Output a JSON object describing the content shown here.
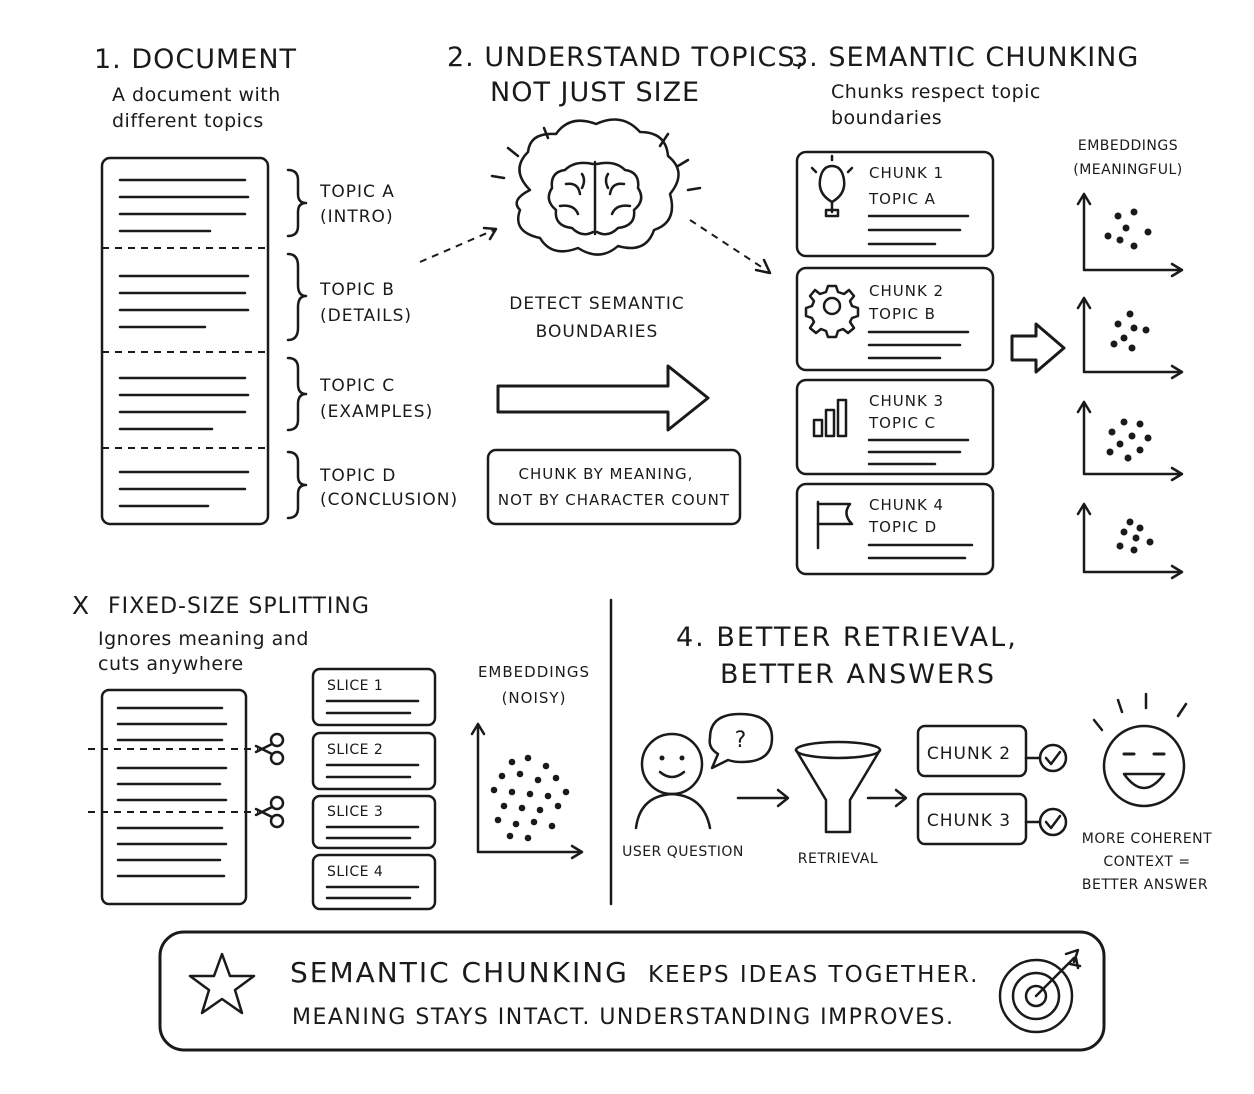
{
  "document": {
    "title": "1. DOCUMENT",
    "subtitle_1": "A document with",
    "subtitle_2": "different topics",
    "topics": [
      {
        "name": "TOPIC A",
        "desc": "(INTRO)"
      },
      {
        "name": "TOPIC B",
        "desc": "(DETAILS)"
      },
      {
        "name": "TOPIC C",
        "desc": "(EXAMPLES)"
      },
      {
        "name": "TOPIC D",
        "desc": "(CONCLUSION)"
      }
    ]
  },
  "understand": {
    "title_1": "2. UNDERSTAND TOPICS,",
    "title_2": "NOT JUST SIZE",
    "detect_1": "DETECT SEMANTIC",
    "detect_2": "BOUNDARIES",
    "note_1": "CHUNK BY MEANING,",
    "note_2": "NOT BY CHARACTER COUNT"
  },
  "semantic": {
    "title": "3. SEMANTIC CHUNKING",
    "subtitle_1": "Chunks respect topic",
    "subtitle_2": "boundaries",
    "chunks": [
      {
        "name": "CHUNK 1",
        "topic": "TOPIC A",
        "icon": "lightbulb-icon"
      },
      {
        "name": "CHUNK 2",
        "topic": "TOPIC B",
        "icon": "gear-icon"
      },
      {
        "name": "CHUNK 3",
        "topic": "TOPIC C",
        "icon": "bar-chart-icon"
      },
      {
        "name": "CHUNK 4",
        "topic": "TOPIC D",
        "icon": "flag-icon"
      }
    ],
    "embeddings_1": "EMBEDDINGS",
    "embeddings_2": "(MEANINGFUL)"
  },
  "fixed": {
    "title_mark": "X",
    "title": "FIXED-SIZE SPLITTING",
    "subtitle_1": "Ignores meaning and",
    "subtitle_2": "cuts anywhere",
    "slices": [
      "SLICE 1",
      "SLICE 2",
      "SLICE 3",
      "SLICE 4"
    ],
    "embeddings_1": "EMBEDDINGS",
    "embeddings_2": "(NOISY)"
  },
  "retrieval": {
    "title_1": "4. BETTER RETRIEVAL,",
    "title_2": "BETTER ANSWERS",
    "question_mark": "?",
    "user_label": "USER QUESTION",
    "funnel_label": "RETRIEVAL",
    "results": [
      "CHUNK 2",
      "CHUNK 3"
    ],
    "outcome_1": "MORE COHERENT",
    "outcome_2": "CONTEXT =",
    "outcome_3": "BETTER ANSWER"
  },
  "banner": {
    "highlight": "SEMANTIC CHUNKING",
    "line_1_rest": "KEEPS IDEAS TOGETHER.",
    "line_2": "MEANING STAYS INTACT. UNDERSTANDING IMPROVES."
  }
}
